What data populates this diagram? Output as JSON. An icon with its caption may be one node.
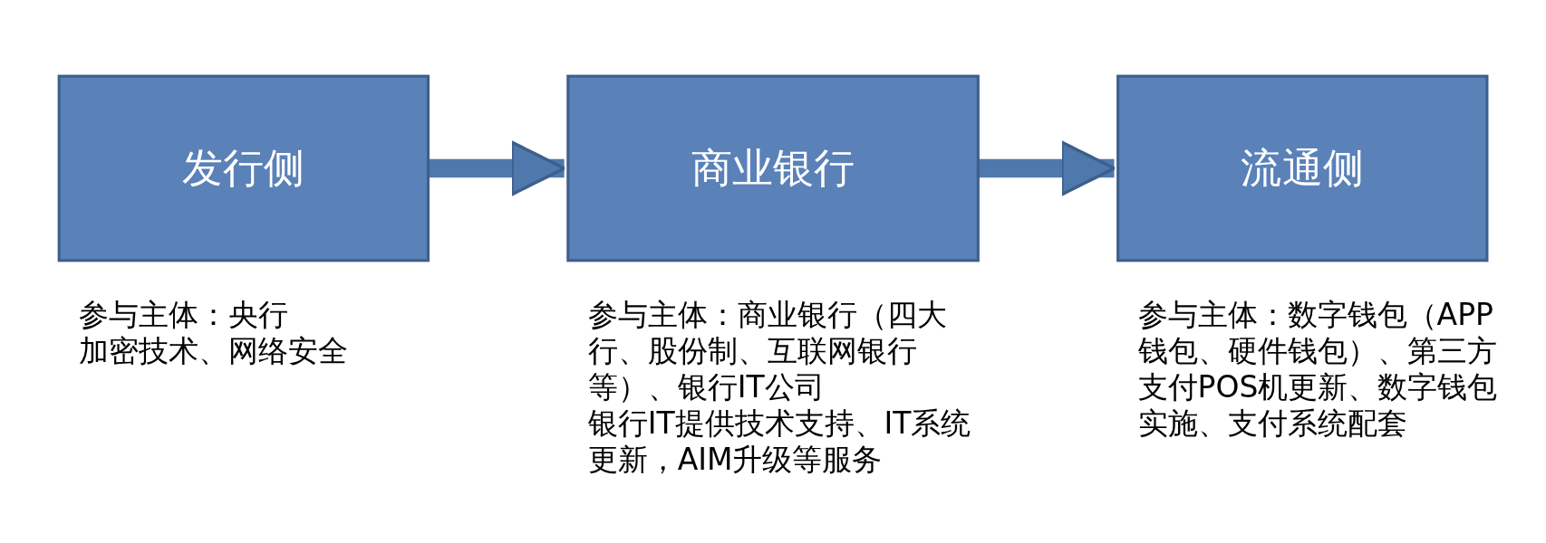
{
  "diagram": {
    "nodes": [
      {
        "text": [
          "发行侧"
        ],
        "beside": [
          "参与主体：央行",
          "加密技术、网络安全"
        ]
      },
      {
        "text": [
          "商业银行"
        ],
        "beside": [
          "参与主体：商业银行（四大行、股份制、互联网银行等）、银行IT公司",
          "银行IT提供技术支持、IT系统更新，AIM升级等服务"
        ]
      },
      {
        "text": [
          "流通侧"
        ],
        "beside": [
          "参与主体：数字钱包（APP钱包、硬件钱包）、第三方支付POS机更新、数字钱包实施、支付系统配套"
        ]
      }
    ],
    "edges": [
      {
        "from": 0,
        "to": 1,
        "arrow": "to"
      },
      {
        "from": 1,
        "to": 2,
        "arrow": "to"
      }
    ]
  }
}
